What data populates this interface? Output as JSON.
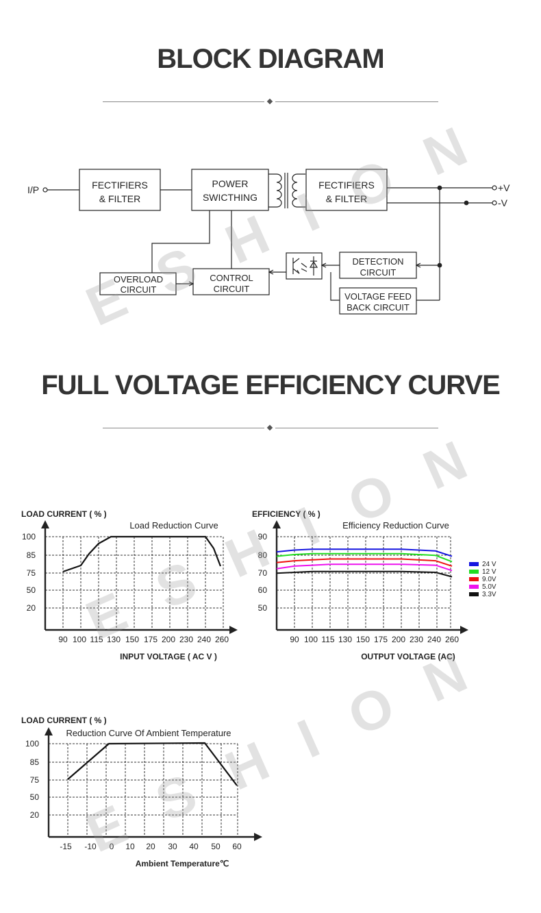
{
  "block_diagram": {
    "title": "BLOCK DIAGRAM",
    "input_label": "I/P",
    "blocks": {
      "input_filter": [
        "FECTIFIERS",
        "& FILTER"
      ],
      "power_switching": [
        "POWER",
        "SWICTHING"
      ],
      "output_filter": [
        "FECTIFIERS",
        "& FILTER"
      ],
      "overload": [
        "OVERLOAD",
        "CIRCUIT"
      ],
      "control": [
        "CONTROL",
        "CIRCUIT"
      ],
      "detection": [
        "DETECTION",
        "CIRCUIT"
      ],
      "feedback": [
        "VOLTAGE FEED",
        "BACK CIRCUIT"
      ]
    },
    "output_pos": "+V",
    "output_neg": "-V"
  },
  "efficiency_section": {
    "title": "FULL VOLTAGE EFFICIENCY CURVE"
  },
  "watermark": "ESHION",
  "chart_data": [
    {
      "type": "line",
      "title": "Load Reduction Curve",
      "ylabel": "LOAD CURRENT ( % )",
      "xlabel": "INPUT VOLTAGE ( AC V )",
      "categories": [
        "90",
        "100",
        "115",
        "130",
        "150",
        "175",
        "200",
        "230",
        "240",
        "260"
      ],
      "y_ticks": [
        "100",
        "85",
        "75",
        "50",
        "20"
      ],
      "grid": true,
      "series": [
        {
          "values": [
            75,
            78,
            85,
            92,
            100,
            100,
            100,
            100,
            100,
            100,
            100,
            80
          ]
        }
      ]
    },
    {
      "type": "line",
      "title": "Efficiency Reduction Curve",
      "ylabel": "EFFICIENCY ( % )",
      "xlabel": "OUTPUT VOLTAGE (AC)",
      "categories": [
        "90",
        "100",
        "115",
        "130",
        "150",
        "175",
        "200",
        "230",
        "240",
        "260"
      ],
      "y_ticks": [
        "90",
        "80",
        "70",
        "60",
        "50"
      ],
      "grid": true,
      "legend": "right",
      "series": [
        {
          "name": "24 V",
          "color": "#1515e0",
          "values": [
            81.5,
            82.5,
            83,
            83,
            83,
            83,
            83,
            83,
            82,
            79
          ]
        },
        {
          "name": "12 V",
          "color": "#22dd22",
          "values": [
            79,
            80,
            80.5,
            80.5,
            80.5,
            80.5,
            80.5,
            80.5,
            79.5,
            76
          ]
        },
        {
          "name": "9.0V",
          "color": "#ee1111",
          "values": [
            75.5,
            76.5,
            77,
            77.5,
            77.5,
            77.5,
            77.5,
            77.5,
            76.5,
            73.5
          ]
        },
        {
          "name": "5.0V",
          "color": "#ee11ee",
          "values": [
            72,
            73.5,
            74,
            74.5,
            74.5,
            74.5,
            74.5,
            74.5,
            74,
            71
          ]
        },
        {
          "name": "3.3V",
          "color": "#111111",
          "values": [
            69.5,
            70,
            70.5,
            70.5,
            70.5,
            70.5,
            70.5,
            70.5,
            70,
            67.5
          ]
        }
      ]
    },
    {
      "type": "line",
      "title": "Reduction Curve Of Ambient Temperature",
      "ylabel": "LOAD CURRENT ( % )",
      "xlabel": "Ambient Temperature℃",
      "categories": [
        "-15",
        "-10",
        "0",
        "10",
        "20",
        "30",
        "40",
        "50",
        "60"
      ],
      "y_ticks": [
        "100",
        "85",
        "75",
        "50",
        "20"
      ],
      "grid": true,
      "series": [
        {
          "values": [
            75,
            100,
            100,
            100,
            70
          ]
        }
      ]
    }
  ]
}
